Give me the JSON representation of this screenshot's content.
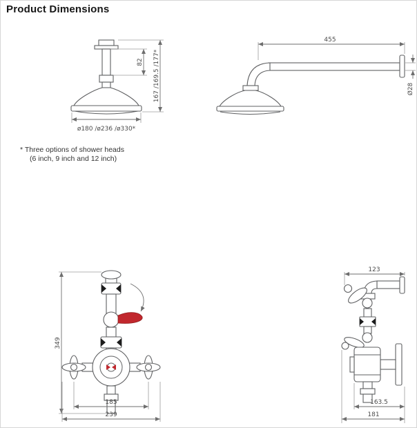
{
  "page": {
    "title": "Product Dimensions"
  },
  "colors": {
    "outline": "#5e5f61",
    "dimension_line": "#6e6e6e",
    "dimension_text": "#4a4a4a",
    "accent_red": "#c1272d",
    "hatch_black": "#1c1c1c",
    "background": "#ffffff",
    "border": "#d6d6d6"
  },
  "note": {
    "line1": "* Three options of shower heads",
    "line2": "(6 inch, 9 inch and 12 inch)"
  },
  "drawings": {
    "ceiling_shower": {
      "dims": {
        "arm_height": "82",
        "overall_height": "167 /169.5 /177*",
        "head_diameter": "ø180 /ø236 /ø330*"
      }
    },
    "wall_shower": {
      "dims": {
        "arm_length": "455",
        "pipe_diameter": "Ø28"
      }
    },
    "valve_front": {
      "dims": {
        "overall_height": "349",
        "handle_centres": "185",
        "overall_width": "239"
      }
    },
    "valve_side": {
      "dims": {
        "top_projection": "123",
        "body_projection": "163.5",
        "overall_projection": "181"
      }
    }
  }
}
